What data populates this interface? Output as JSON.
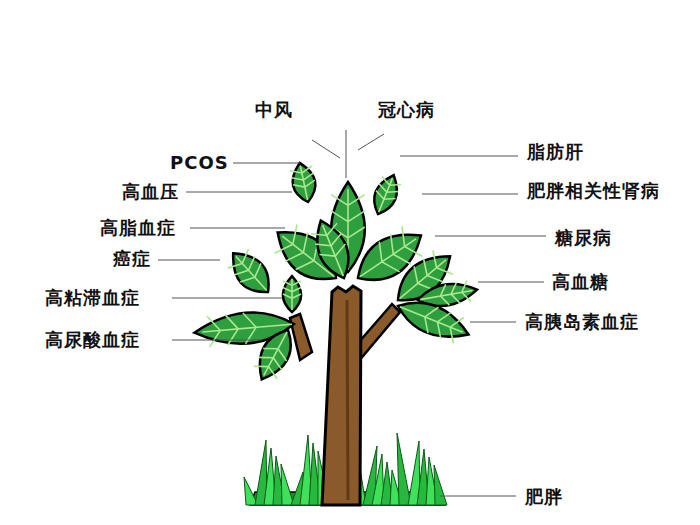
{
  "diagram": {
    "labels": [
      "中风",
      "冠心病",
      "PCOS",
      "脂肪肝",
      "高血压",
      "肥胖相关性肾病",
      "高脂血症",
      "糖尿病",
      "癌症",
      "高血糖",
      "高粘滞血症",
      "高胰岛素血症",
      "高尿酸血症",
      "肥胖"
    ]
  }
}
